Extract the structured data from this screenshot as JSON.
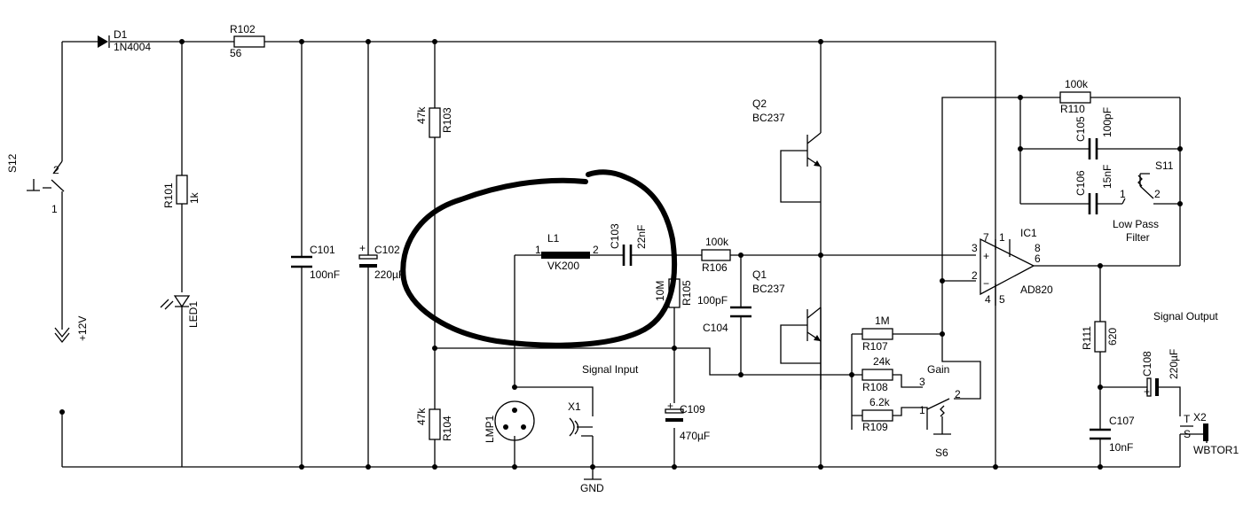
{
  "diagram": {
    "components": {
      "d1": {
        "ref": "D1",
        "value": "1N4004"
      },
      "r102": {
        "ref": "R102",
        "value": "56"
      },
      "s12": {
        "ref": "S12",
        "pin1": "1",
        "pin2": "2"
      },
      "supply": {
        "label": "+12V"
      },
      "r101": {
        "ref": "R101",
        "value": "1k"
      },
      "led1": {
        "ref": "LED1"
      },
      "c101": {
        "ref": "C101",
        "value": "100nF"
      },
      "c102": {
        "ref": "C102",
        "value": "220µF"
      },
      "r103": {
        "ref": "R103",
        "value": "47k"
      },
      "r104": {
        "ref": "R104",
        "value": "47k"
      },
      "l1": {
        "ref": "L1",
        "value": "VK200",
        "pin1": "1",
        "pin2": "2"
      },
      "c103": {
        "ref": "C103",
        "value": "22nF"
      },
      "r105": {
        "ref": "R105",
        "value": "10M"
      },
      "r106": {
        "ref": "R106",
        "value": "100k"
      },
      "c104": {
        "ref": "C104",
        "value": "100pF"
      },
      "c109": {
        "ref": "C109",
        "value": "470µF"
      },
      "q1": {
        "ref": "Q1",
        "value": "BC237"
      },
      "q2": {
        "ref": "Q2",
        "value": "BC237"
      },
      "lmp1": {
        "ref": "LMP1"
      },
      "x1": {
        "ref": "X1"
      },
      "gnd": {
        "label": "GND"
      },
      "r107": {
        "ref": "R107",
        "value": "1M"
      },
      "r108": {
        "ref": "R108",
        "value": "24k"
      },
      "r109": {
        "ref": "R109",
        "value": "6.2k"
      },
      "s6": {
        "ref": "S6",
        "pin1": "1",
        "pin2": "2",
        "pin3": "3"
      },
      "ic1": {
        "ref": "IC1",
        "value": "AD820",
        "pin1": "1",
        "pin2": "2",
        "pin3": "3",
        "pin4": "4",
        "pin5": "5",
        "pin6": "6",
        "pin7": "7",
        "pin8": "8",
        "plus": "+",
        "minus": "−"
      },
      "r110": {
        "ref": "R110",
        "value": "100k"
      },
      "c105": {
        "ref": "C105",
        "value": "100pF"
      },
      "c106": {
        "ref": "C106",
        "value": "15nF"
      },
      "s11": {
        "ref": "S11",
        "pin1": "1",
        "pin2": "2"
      },
      "r111": {
        "ref": "R111",
        "value": "620"
      },
      "c108": {
        "ref": "C108",
        "value": "220µF"
      },
      "c107": {
        "ref": "C107",
        "value": "10nF"
      },
      "x2": {
        "ref": "X2",
        "value": "WBTOR1",
        "pin_t": "T",
        "pin_s": "S"
      }
    },
    "labels": {
      "signal_input": "Signal Input",
      "signal_output": "Signal Output",
      "gain": "Gain",
      "low_pass_line1": "Low Pass",
      "low_pass_line2": "Filter"
    },
    "polarity": {
      "plus": "+"
    }
  }
}
